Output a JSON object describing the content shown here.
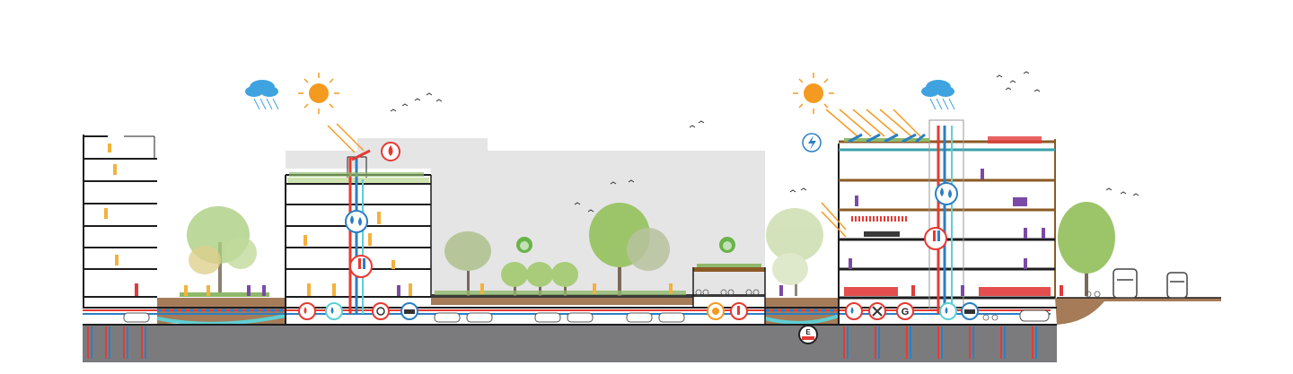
{
  "diagram": {
    "type": "urban-section",
    "colors": {
      "sky_block": "#e5e5e6",
      "ground": "#7b7b7e",
      "soil": "#a57b58",
      "water": "#5ecfd3",
      "hot_pipe": "#e63a32",
      "cold_pipe": "#2c7fc3",
      "floor_line": "#1d1d1f",
      "wood_floor": "#8b5a26",
      "tree_green": "#9cc56a",
      "sun": "#f59a20",
      "cloud": "#3fa3e0",
      "people_orange": "#f4b13c",
      "people_purple": "#7b4aa6",
      "people_red": "#e23b3b"
    },
    "badges": {
      "energy": "E",
      "gas": "G"
    },
    "icons": [
      "cloud-rain-icon",
      "sun-icon",
      "bird-icon",
      "water-drop-icon",
      "thermometer-icon",
      "recycle-icon",
      "electric-car-icon",
      "apple-icon",
      "lightning-icon",
      "no-car-icon",
      "solar-panel-icon"
    ]
  }
}
